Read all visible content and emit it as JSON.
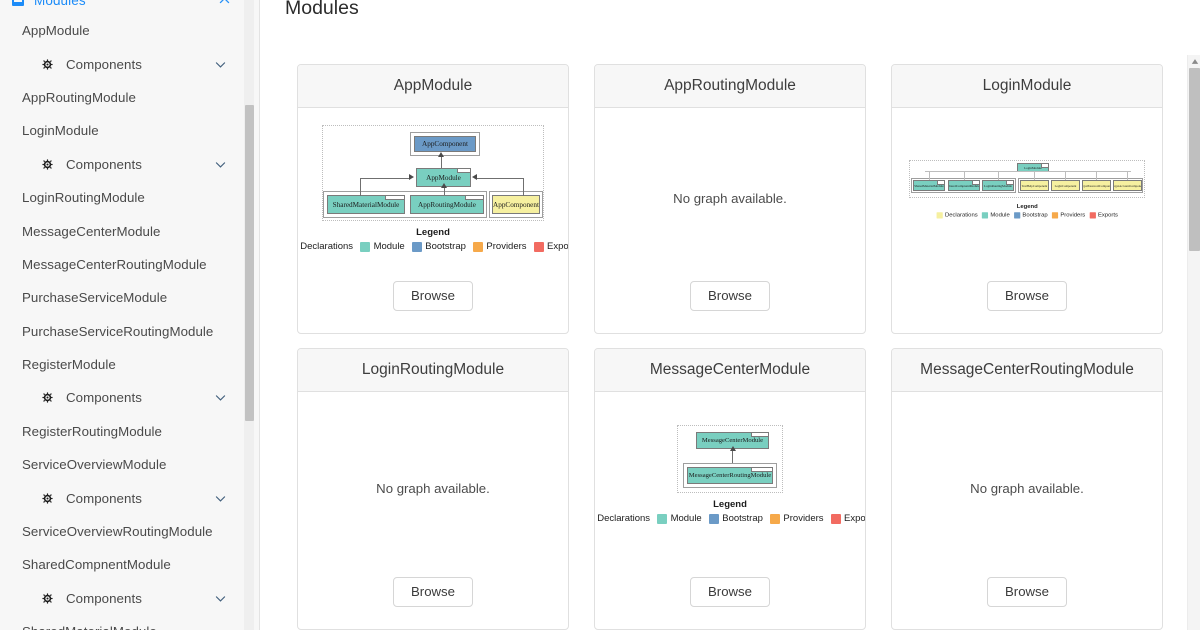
{
  "sidebar": {
    "header": {
      "label": "Modules",
      "icon": "modules-icon",
      "chevron": "chevron-up-icon"
    },
    "items": [
      {
        "label": "AppModule",
        "type": "module"
      },
      {
        "label": "Components",
        "type": "sub",
        "icon": "cog-icon",
        "chevron": "chevron-down-icon"
      },
      {
        "label": "AppRoutingModule",
        "type": "module"
      },
      {
        "label": "LoginModule",
        "type": "module"
      },
      {
        "label": "Components",
        "type": "sub",
        "icon": "cog-icon",
        "chevron": "chevron-down-icon"
      },
      {
        "label": "LoginRoutingModule",
        "type": "module"
      },
      {
        "label": "MessageCenterModule",
        "type": "module"
      },
      {
        "label": "MessageCenterRoutingModule",
        "type": "module"
      },
      {
        "label": "PurchaseServiceModule",
        "type": "module"
      },
      {
        "label": "PurchaseServiceRoutingModule",
        "type": "module"
      },
      {
        "label": "RegisterModule",
        "type": "module"
      },
      {
        "label": "Components",
        "type": "sub",
        "icon": "cog-icon",
        "chevron": "chevron-down-icon"
      },
      {
        "label": "RegisterRoutingModule",
        "type": "module"
      },
      {
        "label": "ServiceOverviewModule",
        "type": "module"
      },
      {
        "label": "Components",
        "type": "sub",
        "icon": "cog-icon",
        "chevron": "chevron-down-icon"
      },
      {
        "label": "ServiceOverviewRoutingModule",
        "type": "module"
      },
      {
        "label": "SharedCompnentModule",
        "type": "module"
      },
      {
        "label": "Components",
        "type": "sub",
        "icon": "cog-icon",
        "chevron": "chevron-down-icon"
      },
      {
        "label": "SharedMaterialModule",
        "type": "module"
      }
    ]
  },
  "main": {
    "title": "Modules",
    "no_graph_text": "No graph available.",
    "browse_label": "Browse",
    "legend": {
      "title": "Legend",
      "entries": [
        {
          "label": "Declarations",
          "color": "#f6f0a0"
        },
        {
          "label": "Module",
          "color": "#79cfc0"
        },
        {
          "label": "Bootstrap",
          "color": "#6b9ac7"
        },
        {
          "label": "Providers",
          "color": "#f6a94a"
        },
        {
          "label": "Exports",
          "color": "#f26b61"
        }
      ]
    },
    "cards": [
      {
        "title": "AppModule",
        "has_graph": true,
        "graph": {
          "center": "AppModule",
          "bootstrap": [
            "AppComponent"
          ],
          "imports": [
            "SharedMaterialModule",
            "AppRoutingModule"
          ],
          "declarations": [
            "AppComponent"
          ]
        }
      },
      {
        "title": "AppRoutingModule",
        "has_graph": false
      },
      {
        "title": "LoginModule",
        "has_graph": true,
        "graph": {
          "center": "LoginModule",
          "imports": [
            "SharedMaterialModule",
            "SharedCompnentModule",
            "LoginRoutingModule"
          ],
          "declarations": [
            "TestHelpComponent",
            "LoginComponent",
            "ForgotPasswordComponent",
            "ForgotAccountComponent"
          ]
        }
      },
      {
        "title": "LoginRoutingModule",
        "has_graph": false
      },
      {
        "title": "MessageCenterModule",
        "has_graph": true,
        "graph": {
          "center": "MessageCenterModule",
          "imports": [
            "MessageCenterRoutingModule"
          ]
        }
      },
      {
        "title": "MessageCenterRoutingModule",
        "has_graph": false
      }
    ]
  },
  "scrollbars": {
    "sidebar": {
      "orientation": "vertical"
    },
    "main": {
      "orientation": "vertical",
      "up_arrow": "scroll-up-arrow-icon"
    }
  },
  "colors": {
    "accent": "#1d8cf8",
    "sidebar_bg": "#f7f7f7",
    "card_header_bg": "#f7f7f7",
    "border": "#e0e0e0",
    "text": "#4a4a4a"
  }
}
